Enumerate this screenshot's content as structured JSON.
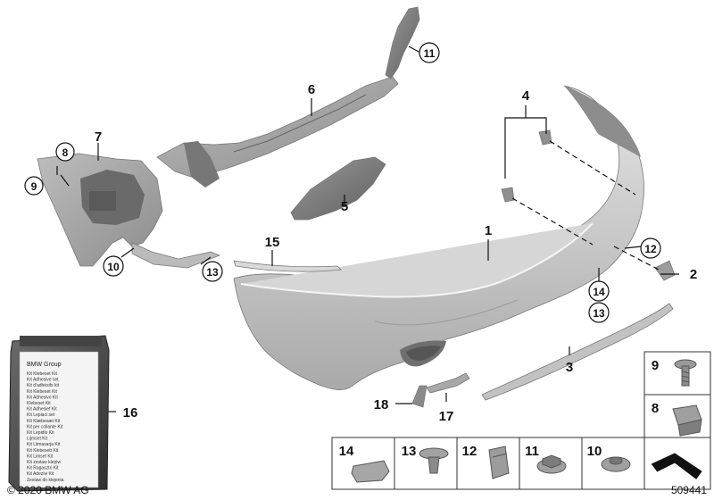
{
  "callouts": {
    "c1": "1",
    "c2": "2",
    "c3": "3",
    "c4": "4",
    "c5": "5",
    "c6": "6",
    "c7": "7",
    "c8": "8",
    "c9": "9",
    "c10": "10",
    "c11": "11",
    "c12": "12",
    "c13a": "13",
    "c13b": "13",
    "c14": "14",
    "c15": "15",
    "c16": "16",
    "c17": "17",
    "c18": "18"
  },
  "bag": {
    "brand": "BMW Group",
    "lines": [
      "Kit Klebeset Kit",
      "Kit Adhesive set",
      "Kit d'adhésifs kit",
      "Kit Klebeset Kit",
      "Kit Adhesivo Kit",
      "Klebeset Kit",
      "Kit Adhesief Kit",
      "Kit Lepiaci set",
      "Kit Klæbesæt Kit",
      "Kit per collante Kit",
      "Kit Lepidlo Kit",
      "Lijmset Kit",
      "Kit Liimasarja Kit",
      "Kit Klebesett Kit",
      "Kit Limset Kit",
      "Kit zestaw klejów",
      "Kit Ragasztó Kit",
      "Kit Adezivi Kit",
      "Zestaw do klejenia"
    ]
  },
  "legend": {
    "side": [
      {
        "label": "9",
        "icon": "screw-icon"
      },
      {
        "label": "8",
        "icon": "clip-nut-icon"
      }
    ],
    "bottom": [
      {
        "label": "14",
        "icon": "spring-clip-icon"
      },
      {
        "label": "13",
        "icon": "expanding-rivet-icon"
      },
      {
        "label": "12",
        "icon": "clip-icon"
      },
      {
        "label": "11",
        "icon": "hex-nut-icon"
      },
      {
        "label": "10",
        "icon": "round-nut-icon"
      },
      {
        "label": "",
        "icon": "seal-strip-icon"
      }
    ]
  },
  "footer": {
    "copyright": "© 2020 BMW AG",
    "ref": "509441"
  }
}
